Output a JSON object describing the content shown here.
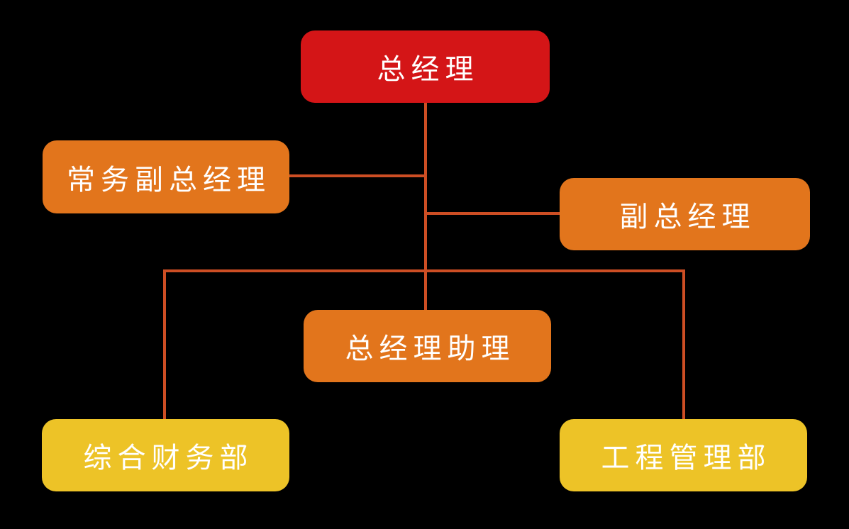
{
  "diagram": {
    "background_color": "#000000",
    "connector_color": "#cd4e24",
    "nodes": [
      {
        "id": "general-manager",
        "label": "总经理",
        "fill": "#d41517",
        "text_color": "#ffffff"
      },
      {
        "id": "executive-deputy-general-manager",
        "label": "常务副总经理",
        "fill": "#e2751c",
        "text_color": "#ffffff"
      },
      {
        "id": "deputy-general-manager",
        "label": "副总经理",
        "fill": "#e2751c",
        "text_color": "#ffffff"
      },
      {
        "id": "general-manager-assistant",
        "label": "总经理助理",
        "fill": "#e2751c",
        "text_color": "#ffffff"
      },
      {
        "id": "general-finance-department",
        "label": "综合财务部",
        "fill": "#edc327",
        "text_color": "#ffffff"
      },
      {
        "id": "engineering-management-department",
        "label": "工程管理部",
        "fill": "#edc327",
        "text_color": "#ffffff"
      }
    ],
    "edges": [
      {
        "from": "总经理",
        "to": "常务副总经理"
      },
      {
        "from": "总经理",
        "to": "副总经理"
      },
      {
        "from": "总经理",
        "to": "总经理助理"
      },
      {
        "from": "总经理",
        "to": "综合财务部"
      },
      {
        "from": "总经理",
        "to": "工程管理部"
      }
    ]
  }
}
